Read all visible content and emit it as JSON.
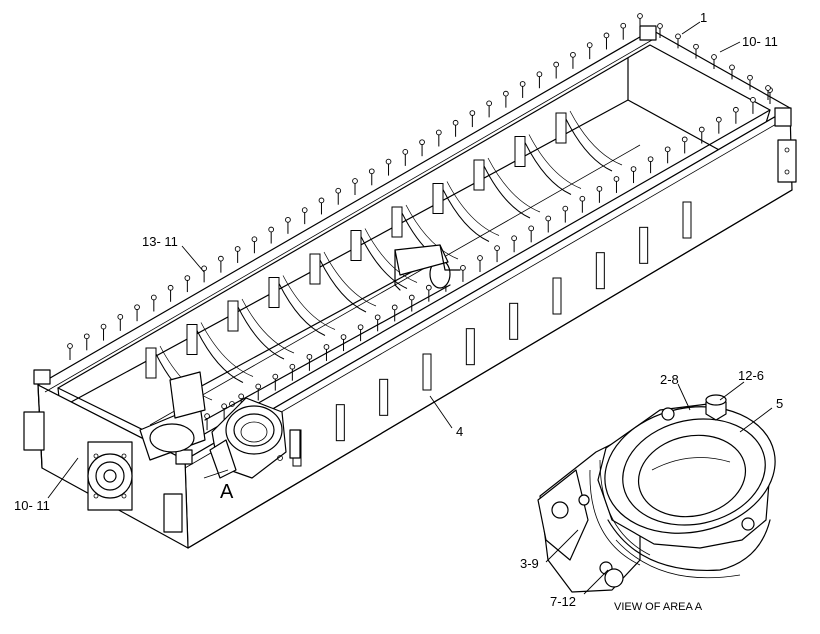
{
  "callouts": {
    "c1": "1",
    "c10_11_top": "10- 11",
    "c13_11": "13- 11",
    "c4": "4",
    "c10_11_bottom": "10- 11",
    "cA": "A",
    "c2_8": "2-8",
    "c12_6": "12-6",
    "c5": "5",
    "c3_9": "3-9",
    "c7_12": "7-12"
  },
  "caption": "VIEW OF AREA A"
}
